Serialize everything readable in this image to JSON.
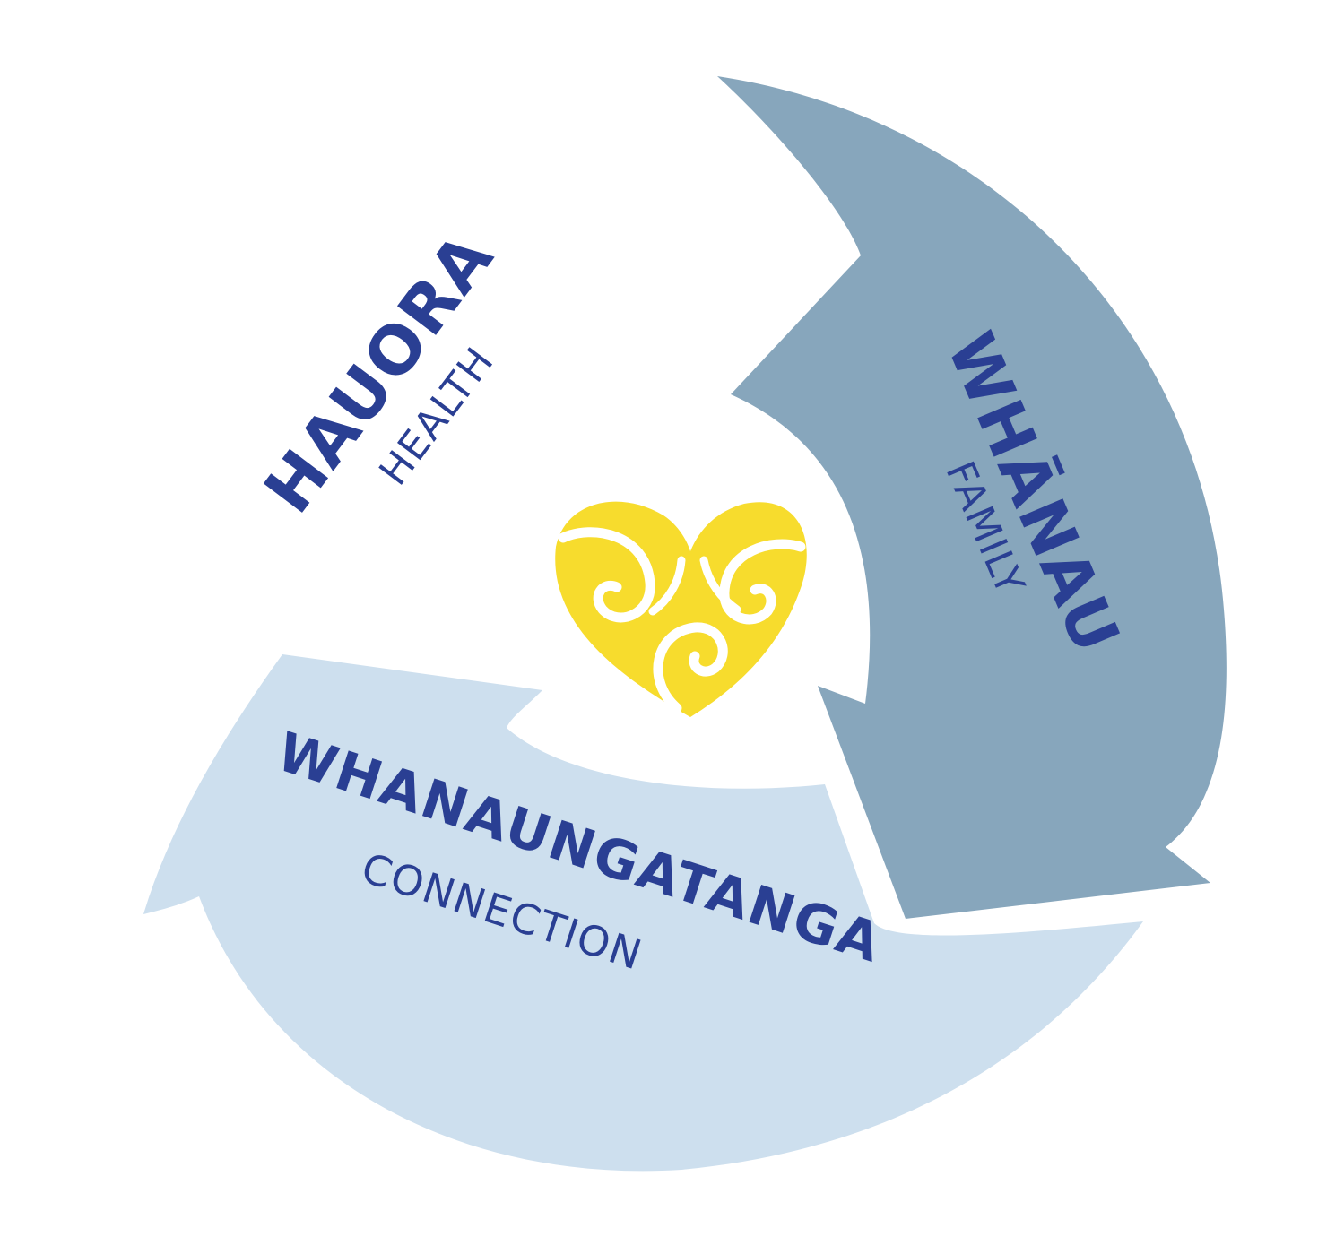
{
  "segments": [
    {
      "id": "hauora",
      "title": "HAUORA",
      "subtitle": "HEALTH",
      "color": "#ffffff"
    },
    {
      "id": "whanau",
      "title": "WHĀNAU",
      "subtitle": "FAMILY",
      "color": "#87a6bc"
    },
    {
      "id": "whanaungatanga",
      "title": "WHANAUNGATANGA",
      "subtitle": "CONNECTION",
      "color": "#cddfee"
    }
  ],
  "colors": {
    "text": "#2a3f93",
    "heart": "#f7dc2d",
    "background": "#ffffff"
  },
  "center_icon": "koru-heart-icon"
}
